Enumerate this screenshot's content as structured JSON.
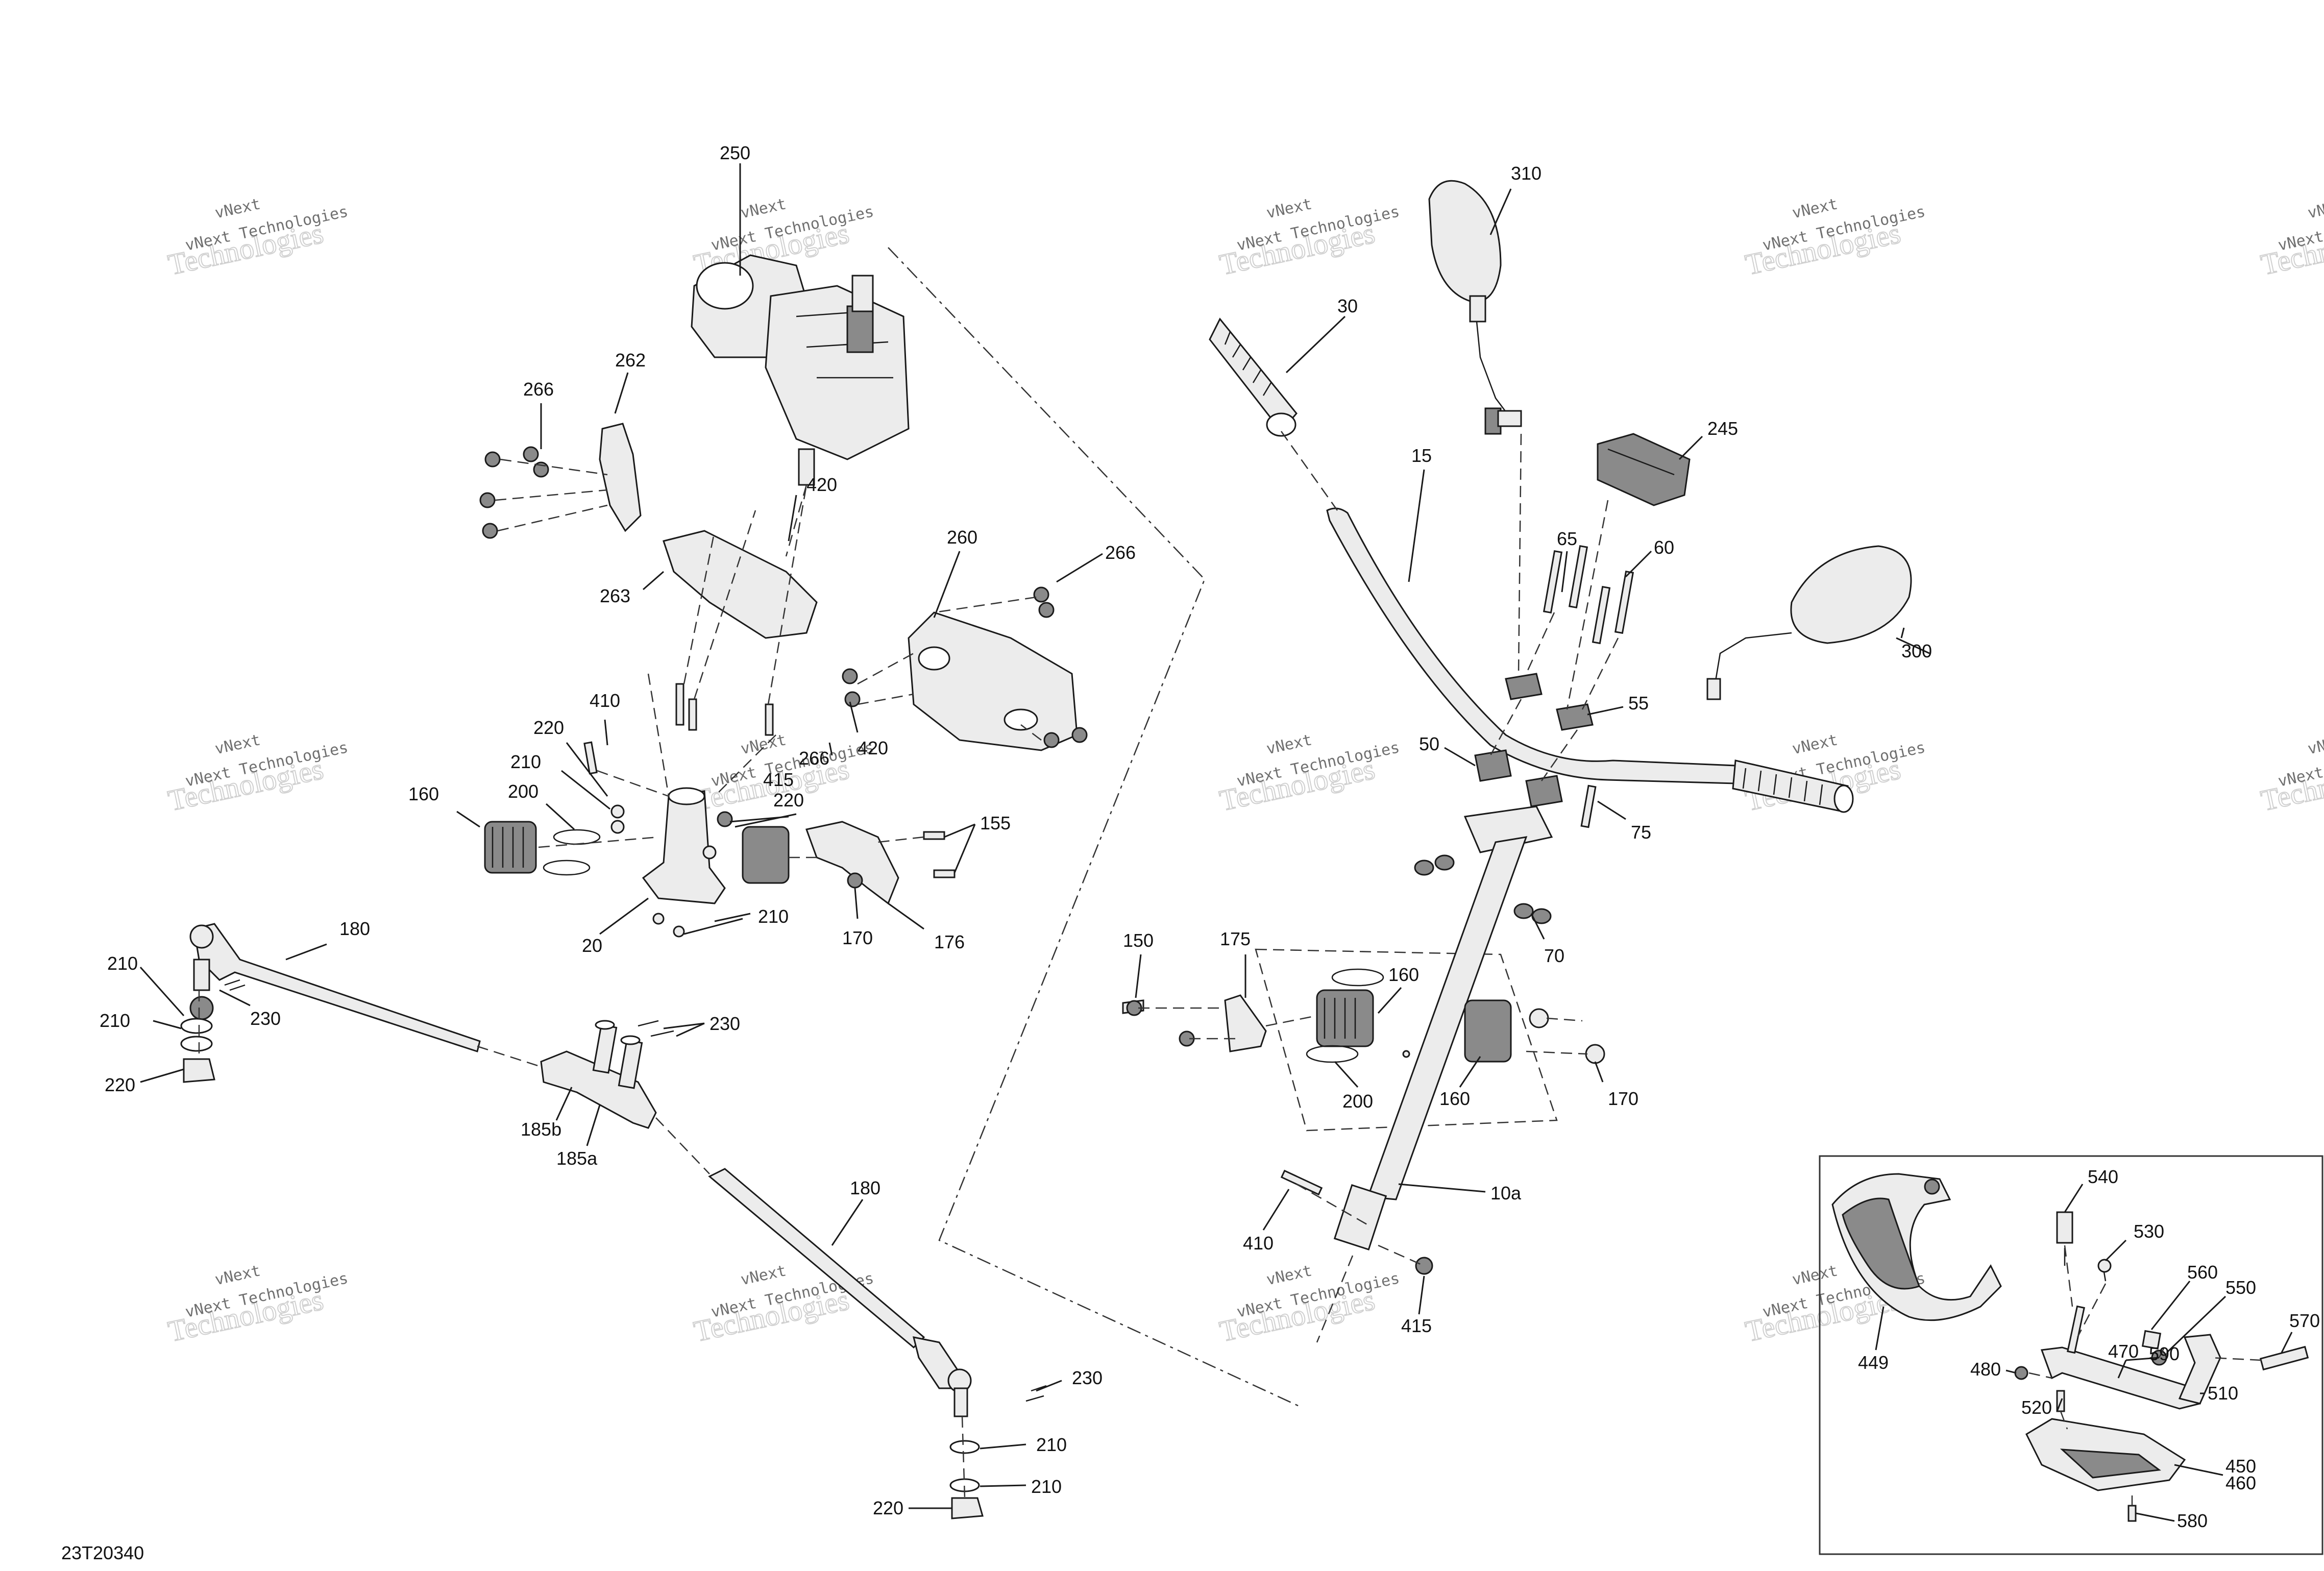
{
  "diagram_code": "23T20340",
  "watermark": {
    "small": "vNext Technologies",
    "large": "Technologies",
    "top": "vNext"
  },
  "labels": {
    "l250": "250",
    "l310": "310",
    "l30": "30",
    "l266a": "266",
    "l262": "262",
    "l420a": "420",
    "l15": "15",
    "l245": "245",
    "l65": "65",
    "l60": "60",
    "l260": "260",
    "l266b": "266",
    "l263": "263",
    "l300": "300",
    "l55": "55",
    "l410a": "410",
    "l420b": "420",
    "l220a": "220",
    "l50": "50",
    "l266c": "266",
    "l210a": "210",
    "l415a": "415",
    "l220b": "220",
    "l75": "75",
    "l160a": "160",
    "l200a": "200",
    "l155": "155",
    "l210b": "210",
    "l170a": "170",
    "l176": "176",
    "l20": "20",
    "l70": "70",
    "l180a": "180",
    "l150": "150",
    "l175": "175",
    "l160b": "160",
    "l210c": "210",
    "l230a": "230",
    "l210d": "210",
    "l230b": "230",
    "l220c": "220",
    "l170b": "170",
    "l200b": "200",
    "l160c": "160",
    "l185b": "185b",
    "l185a": "185a",
    "l180b": "180",
    "l10a": "10a",
    "l410b": "410",
    "l415b": "415",
    "l540": "540",
    "l530": "530",
    "l560": "560",
    "l550": "550",
    "l570": "570",
    "l449": "449",
    "l470": "470",
    "l590": "590",
    "l480": "480",
    "l520": "520",
    "l510": "510",
    "l450": "450",
    "l460": "460",
    "l580": "580",
    "l230c": "230",
    "l210e": "210",
    "l210f": "210",
    "l220d": "220"
  }
}
